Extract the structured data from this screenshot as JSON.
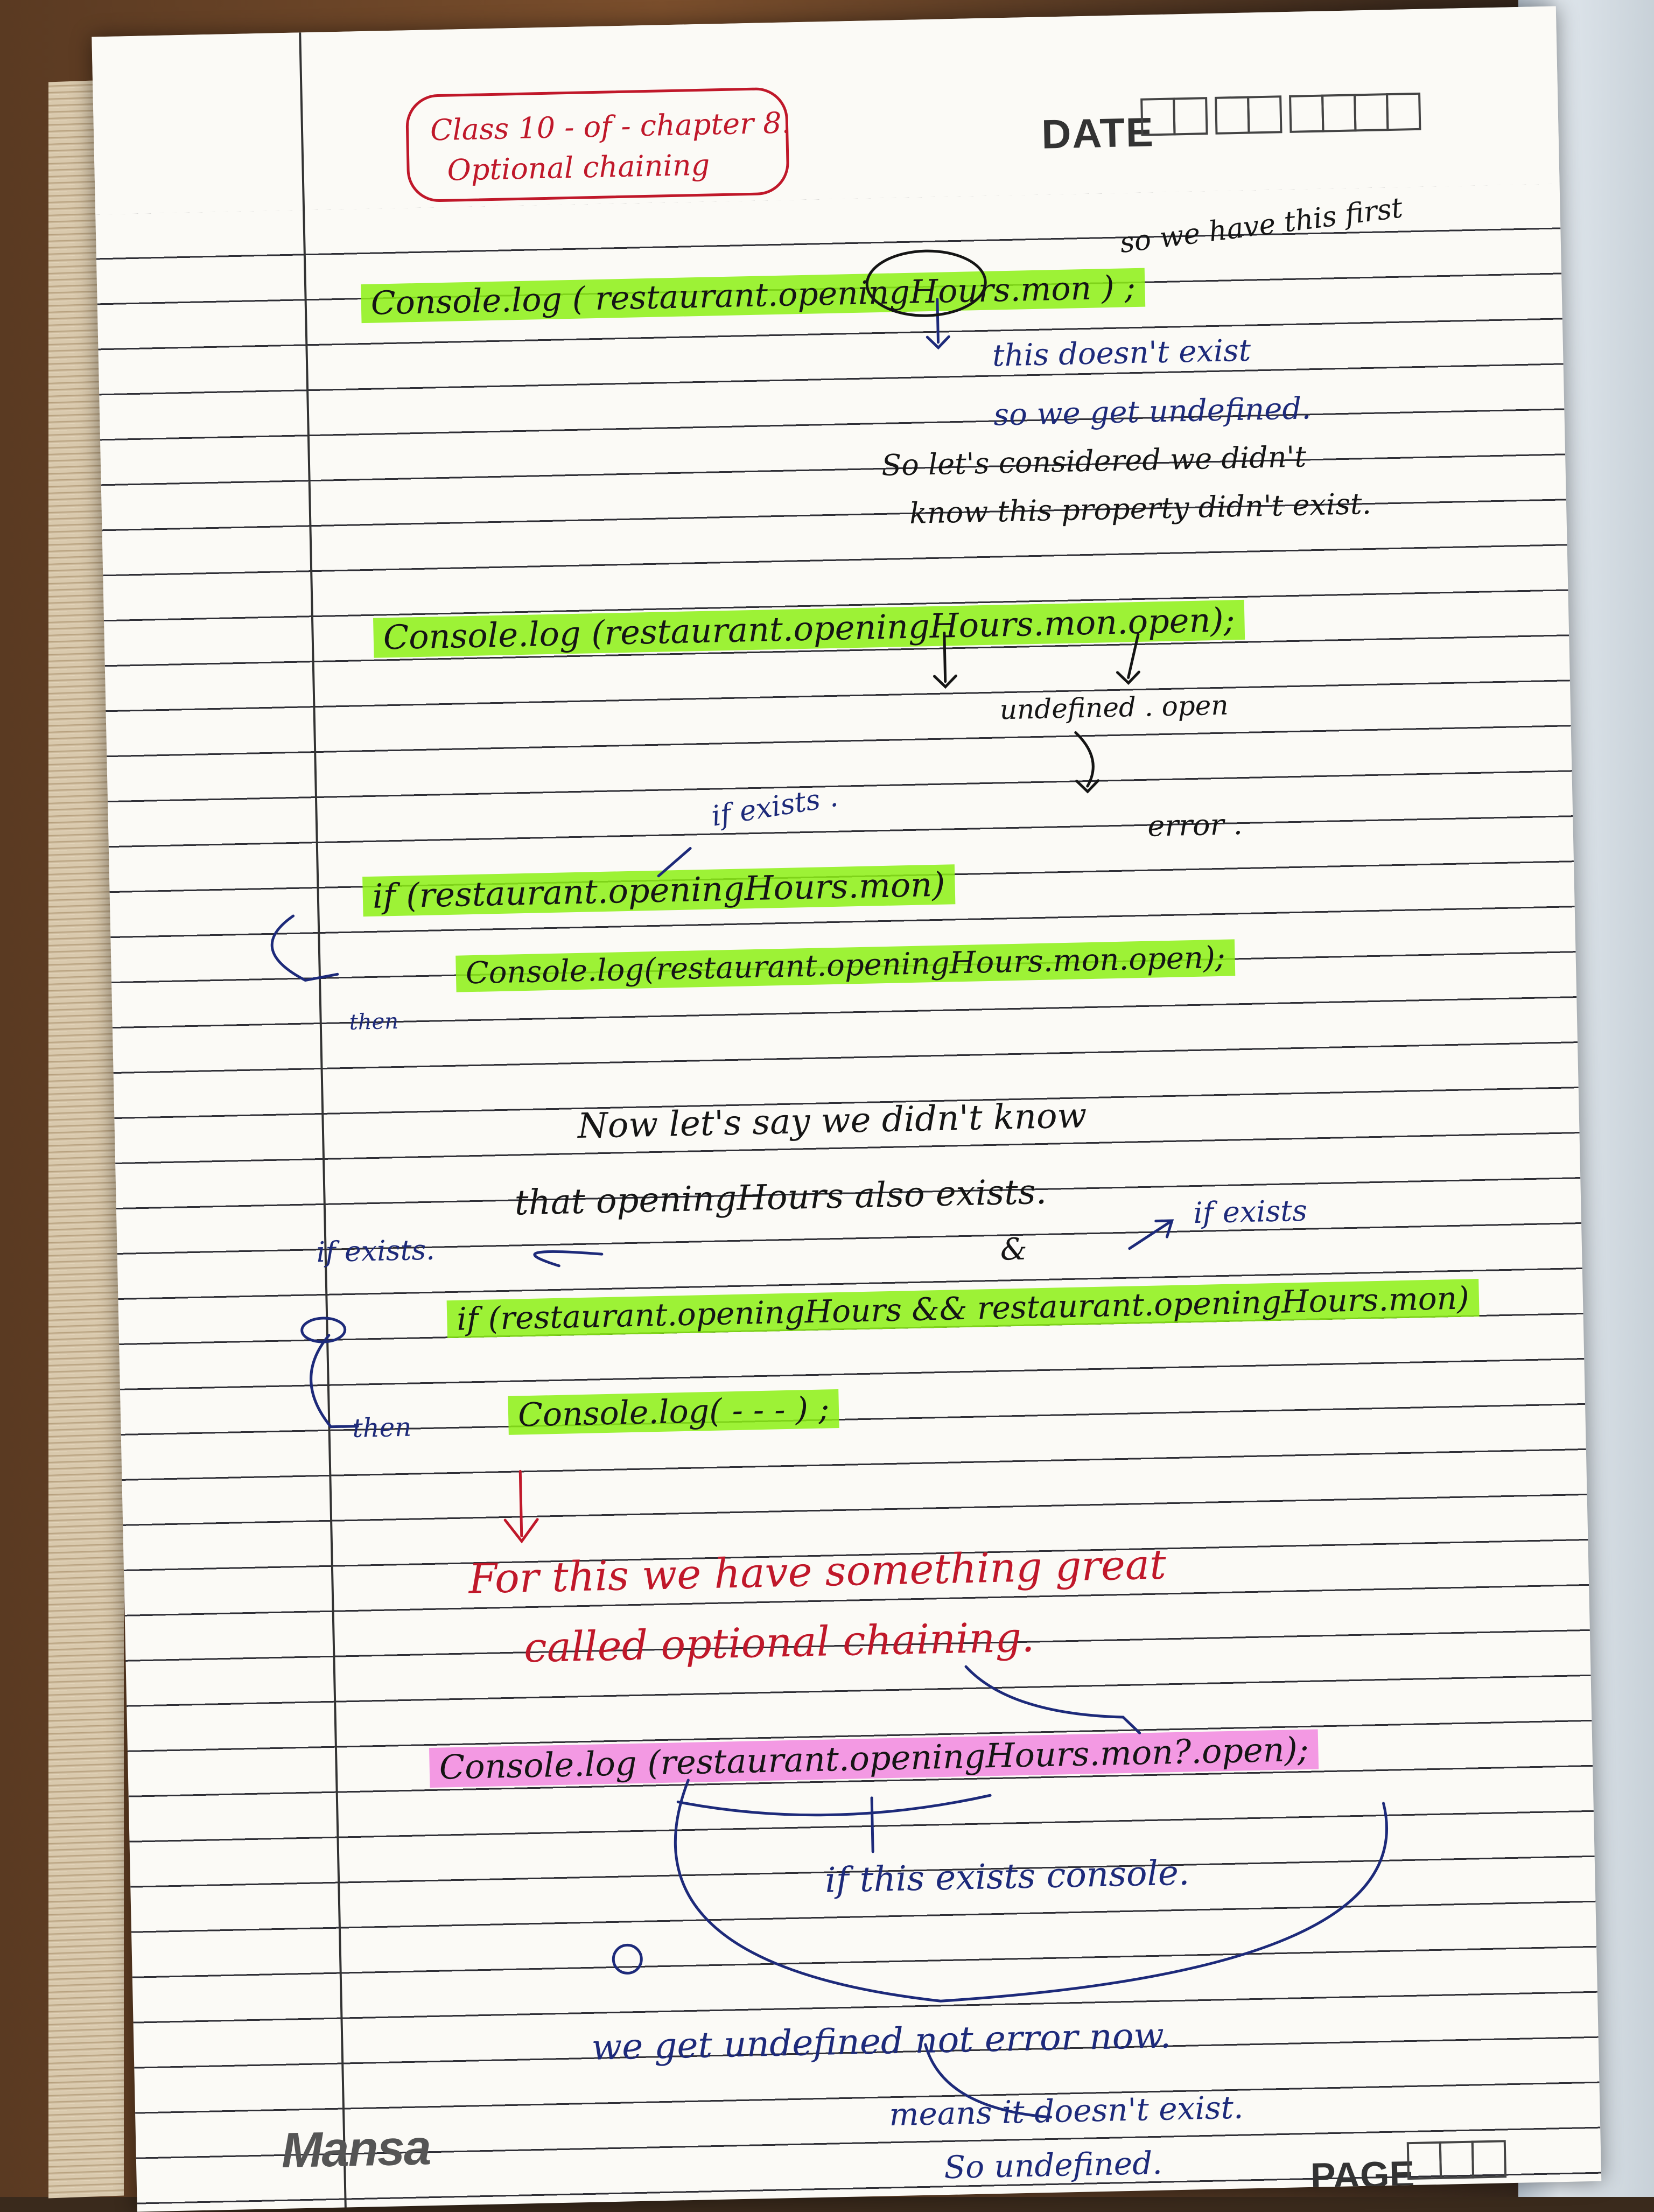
{
  "header": {
    "title_line1": "Class 10 - of - chapter 8.",
    "title_line2": "Optional chaining",
    "date_label": "DATE"
  },
  "notes": {
    "code1": "Console.log ( restaurant.openingHours.mon ) ;",
    "note1a": "so we have this first",
    "note1b": "this doesn't exist",
    "note1c": "so we get undefined.",
    "note1d": "So let's considered we didn't",
    "note1e": "know this property didn't exist.",
    "code2": "Console.log (restaurant.openingHours.mon.open);",
    "note2a": "undefined . open",
    "note2b": "error .",
    "note3a": "if exists .",
    "code3": "if (restaurant.openingHours.mon)",
    "code4": "Console.log(restaurant.openingHours.mon.open);",
    "note3b": "then",
    "note4a": "Now let's say we didn't know",
    "note4b": "that openingHours also exists.",
    "note4c": "if exists.",
    "note4d": "&",
    "note4e": "if exists",
    "code5": "if (restaurant.openingHours && restaurant.openingHours.mon)",
    "code6": "Console.log( - - - ) ;",
    "note4f": "then",
    "note5a": "For this we have something great",
    "note5b": "called optional chaining.",
    "code7": "Console.log (restaurant.openingHours.mon?.open);",
    "note6a": "if this exists console.",
    "note6b": "we get undefined not error now.",
    "note6c": "means it doesn't exist.",
    "note6d": "So undefined."
  },
  "footer": {
    "brand": "Mansa",
    "page_label": "PAGE"
  },
  "colors": {
    "highlight_green": "#8cf014",
    "highlight_pink": "#f078dc",
    "ink_blue": "#1d2a7a",
    "ink_red": "#c0182a",
    "ink_black": "#151515"
  }
}
